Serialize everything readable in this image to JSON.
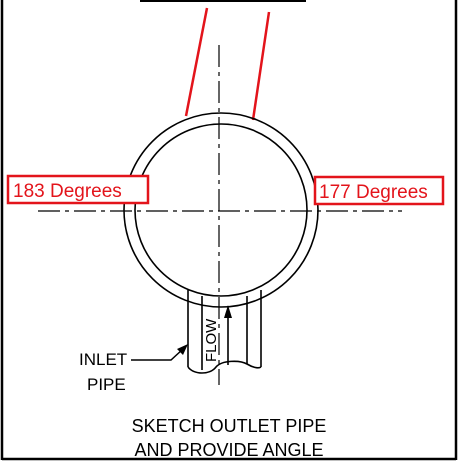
{
  "labels": {
    "left_angle": "183 Degrees",
    "right_angle": "177 Degrees",
    "flow": "FLOW",
    "inlet_line1": "INLET",
    "inlet_line2": "PIPE",
    "instruction_line1": "SKETCH OUTLET PIPE",
    "instruction_line2": "AND PROVIDE ANGLE"
  },
  "colors": {
    "annotation": "#e3141b",
    "linework": "#000000",
    "background": "#ffffff"
  }
}
